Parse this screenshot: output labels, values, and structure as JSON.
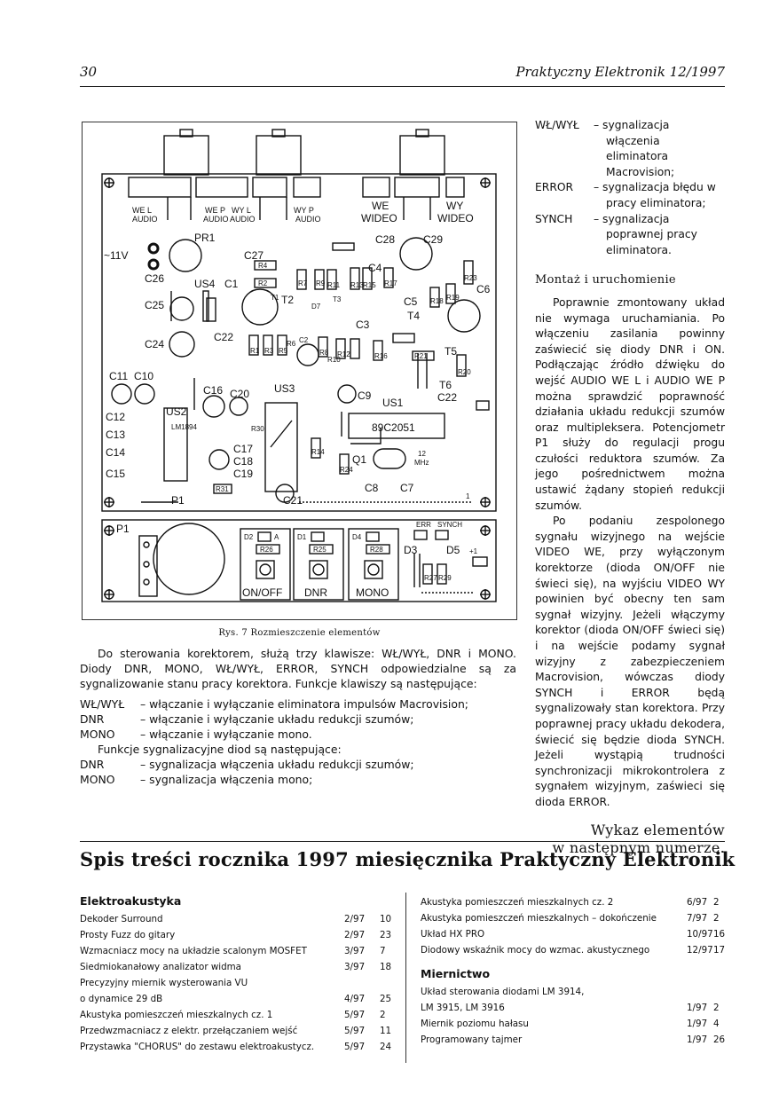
{
  "header": {
    "page_number": "30",
    "journal": "Praktyczny Elektronik 12/1997"
  },
  "figure": {
    "caption": "Rys. 7 Rozmieszczenie elementów",
    "labels": {
      "we_l_audio": [
        "WE L",
        "AUDIO"
      ],
      "we_p_audio": [
        "WE P",
        "AUDIO"
      ],
      "wy_l_audio": [
        "WY L",
        "AUDIO"
      ],
      "wy_p_audio": [
        "WY P",
        "AUDIO"
      ],
      "we_wideo": [
        "WE",
        "WIDEO"
      ],
      "wy_wideo": [
        "WY",
        "WIDEO"
      ],
      "v11": "~11V",
      "pr1": "PR1",
      "c27": "C27",
      "r4": "R4",
      "r2": "R2",
      "c26": "C26",
      "us4": "US4",
      "c1": "C1",
      "c25": "C25",
      "t1": "T1",
      "t2": "T2",
      "r7": "R7",
      "r9": "R9",
      "r11": "R11",
      "r13": "R13",
      "r15": "R15",
      "r17": "R17",
      "r23": "R23",
      "c28": "C28",
      "c29": "C29",
      "c4": "C4",
      "c5": "C5",
      "c6": "C6",
      "d7": "D7",
      "t3": "T3",
      "c3": "C3",
      "t4": "T4",
      "r18": "R18",
      "r19": "R19",
      "c24": "C24",
      "c22a": "C22",
      "c2": "C2",
      "r1": "R1",
      "r3": "R3",
      "r5": "R5",
      "r6": "R6",
      "r8": "R8",
      "r10": "R10",
      "r12": "R12",
      "r16": "R16",
      "r21": "R21",
      "t5": "T5",
      "r20": "R20",
      "c11": "C11",
      "c10": "C10",
      "c16": "C16",
      "c20": "C20",
      "us3": "US3",
      "c9": "C9",
      "us1": "US1",
      "c22b": "C22",
      "t6": "T6",
      "us2": "US2",
      "c12": "C12",
      "c13": "C13",
      "c14": "C14",
      "c15": "C15",
      "lm1894": "LM1894",
      "c17": "C17",
      "c18": "C18",
      "c19": "C19",
      "r30": "R30",
      "r14": "R14",
      "r24": "R24",
      "q1": "Q1",
      "chip": "89C2051",
      "mhz": [
        "12",
        "MHz"
      ],
      "c8": "C8",
      "c7": "C7",
      "r31": "R31",
      "c21": "C21",
      "p1a": "P1",
      "p1b": "P1",
      "one": "1",
      "d2": "D2",
      "d1": "D1",
      "d4": "D4",
      "a": "A",
      "r26": "R26",
      "r25": "R25",
      "r28": "R28",
      "on_off": "ON/OFF",
      "dnr": "DNR",
      "mono": "MONO",
      "err": "ERR",
      "synch": "SYNCH",
      "d3": "D3",
      "d5": "D5",
      "r27": "R27",
      "r29": "R29",
      "plus1": "+1"
    }
  },
  "left": {
    "intro": "Do sterowania korektorem, służą trzy klawisze: WŁ/WYŁ, DNR i MONO. Diody DNR, MONO, WŁ/WYŁ, ERROR, SYNCH odpowiedzialne są za sygnalizowanie stanu pracy korektora. Funkcje klawiszy są następujące:",
    "keys": [
      {
        "k": "WŁ/WYŁ",
        "v": "– włączanie i wyłączanie eliminatora impulsów Macrovision;"
      },
      {
        "k": "DNR",
        "v": "– włączanie i wyłączanie układu redukcji szumów;"
      },
      {
        "k": "MONO",
        "v": "– włączanie i wyłączanie mono."
      }
    ],
    "diodes_intro": "Funkcje sygnalizacyjne diod są następujące:",
    "diodes": [
      {
        "k": "DNR",
        "v": "– sygnalizacja włączenia układu redukcji szumów;"
      },
      {
        "k": "MONO",
        "v": "– sygnalizacja włączenia mono;"
      }
    ]
  },
  "right": {
    "signals": [
      {
        "k": "WŁ/WYŁ",
        "v": "– sygnalizacja włączenia eliminatora Macrovision;"
      },
      {
        "k": "ERROR",
        "v": "– sygnalizacja błędu w pracy eliminatora;"
      },
      {
        "k": "SYNCH",
        "v": "– sygnalizacja poprawnej pracy eliminatora."
      }
    ],
    "section_title": "Montaż i uruchomienie",
    "p1": "Poprawnie zmontowany układ nie wymaga uruchamiania. Po włączeniu zasilania powinny zaświecić się diody DNR i ON. Podłączając źródło dźwięku do wejść AUDIO WE L i AUDIO WE P można sprawdzić poprawność działania układu redukcji szumów oraz multipleksera. Potencjometr P1 służy do regulacji progu czułości reduktora szumów. Za jego pośrednictwem można ustawić żądany stopień redukcji szumów.",
    "p2": "Po podaniu zespolonego sygnału wizyjnego na wejście VIDEO WE, przy wyłączonym korektorze (dioda ON/OFF nie świeci się), na wyjściu VIDEO WY powinien być obecny ten sam sygnał wizyjny. Jeżeli włączymy korektor (dioda ON/OFF świeci się) i na wejście podamy sygnał wizyjny z zabezpieczeniem Macrovision, wówczas diody SYNCH i ERROR będą sygnalizowały stan korektora. Przy poprawnej pracy układu dekodera, świecić się będzie dioda SYNCH. Jeżeli wystąpią trudności synchronizacji mikrokontrolera z sygnałem wizyjnym, zaświeci się dioda ERROR.",
    "wykaz1": "Wykaz elementów",
    "wykaz2": "w następnym numerze."
  },
  "toc": {
    "title": "Spis treści rocznika 1997 miesięcznika Praktyczny Elektronik",
    "left": {
      "category": "Elektroakustyka",
      "rows": [
        {
          "t": "Dekoder Surround",
          "i": "2/97",
          "p": "10"
        },
        {
          "t": "Prosty Fuzz do gitary",
          "i": "2/97",
          "p": "23"
        },
        {
          "t": "Wzmacniacz mocy na układzie scalonym MOSFET",
          "i": "3/97",
          "p": "7"
        },
        {
          "t": "Siedmiokanałowy analizator widma",
          "i": "3/97",
          "p": "18"
        },
        {
          "t": "Precyzyjny miernik wysterowania VU",
          "i": "",
          "p": ""
        },
        {
          "t": "o dynamice 29 dB",
          "i": "4/97",
          "p": "25"
        },
        {
          "t": "Akustyka pomieszczeń mieszkalnych cz. 1",
          "i": "5/97",
          "p": "2"
        },
        {
          "t": "Przedwzmacniacz z elektr. przełączaniem wejść",
          "i": "5/97",
          "p": "11"
        },
        {
          "t": "Przystawka \"CHORUS\" do zestawu elektroakustycz.",
          "i": "5/97",
          "p": "24"
        }
      ]
    },
    "right": {
      "rows_a": [
        {
          "t": "Akustyka pomieszczeń mieszkalnych cz. 2",
          "i": "6/97",
          "p": "2"
        },
        {
          "t": "Akustyka pomieszczeń mieszkalnych – dokończenie",
          "i": "7/97",
          "p": "2"
        },
        {
          "t": "Układ HX PRO",
          "i": "10/97",
          "p": "16"
        },
        {
          "t": "Diodowy wskaźnik mocy do wzmac. akustycznego",
          "i": "12/97",
          "p": "17"
        }
      ],
      "category": "Miernictwo",
      "rows_b": [
        {
          "t": "Układ sterowania diodami LM 3914,",
          "i": "",
          "p": ""
        },
        {
          "t": "LM 3915, LM 3916",
          "i": "1/97",
          "p": "2"
        },
        {
          "t": "Miernik poziomu hałasu",
          "i": "1/97",
          "p": "4"
        },
        {
          "t": "Programowany tajmer",
          "i": "1/97",
          "p": "26"
        }
      ]
    }
  }
}
